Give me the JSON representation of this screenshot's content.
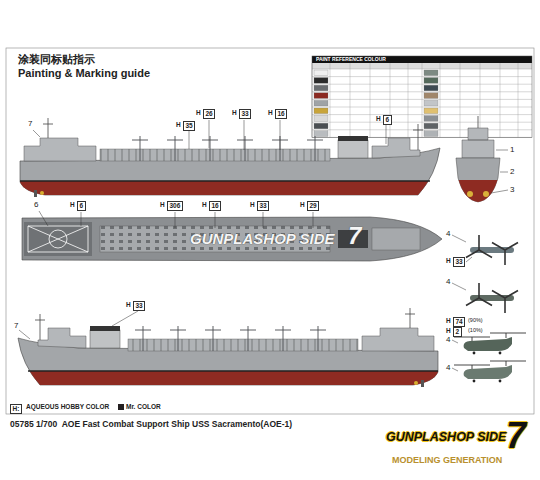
{
  "diagram": {
    "title": "Painting & Marking guide",
    "caption": "05785 1/700  AOE Fast Combat Support Ship USS Sacramento(AOE-1)",
    "labels": [
      "涂装同标贴指示",
      "PAINT REFERENCE COLOUR",
      "7",
      "H",
      "26",
      "H",
      "33",
      "H",
      "16",
      "H",
      "35",
      "H",
      "6",
      "1",
      "2",
      "3",
      "H",
      "6",
      "H",
      "306",
      "H",
      "16",
      "H",
      "33",
      "H",
      "29",
      "GUNPLASHOP SIDE",
      "7",
      "6",
      "H",
      "33",
      "4",
      "4",
      "4",
      "4",
      "H",
      "74",
      "(90%)",
      "H",
      "2",
      "(10%)",
      "H",
      "33",
      "7",
      "H:",
      "GUNPLASHOP SIDE",
      "7",
      "MODELING GENERATION"
    ],
    "legend": [
      {
        "text": "AQUEOUS HOBBY COLOR"
      },
      {
        "text": "Mr. COLOR",
        "color": "#231f20"
      }
    ]
  }
}
